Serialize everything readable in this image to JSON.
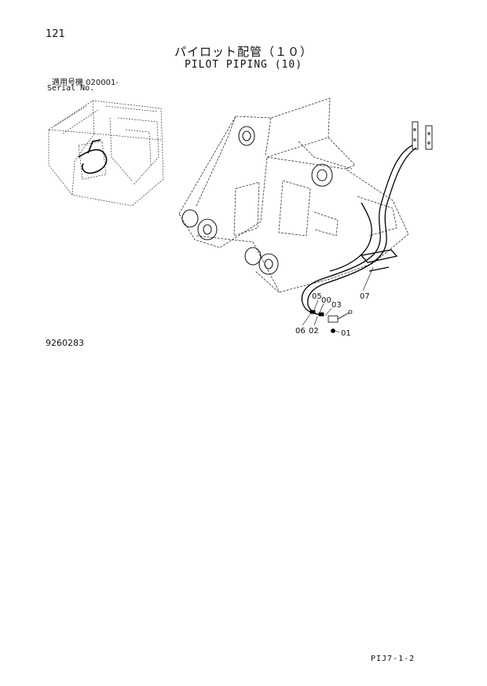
{
  "page": {
    "number": "121",
    "title_jp": "パイロット配管（１０）",
    "title_en": "PILOT PIPING (10)",
    "serial_label_jp": "適用号機 020001-",
    "serial_label_en": "Serial No.",
    "drawing_number": "9260283",
    "page_code": "PIJ7-1-2"
  },
  "callouts": [
    {
      "id": "c05",
      "label": "05"
    },
    {
      "id": "c00",
      "label": "00"
    },
    {
      "id": "c03",
      "label": "03"
    },
    {
      "id": "c07",
      "label": "07"
    },
    {
      "id": "c06",
      "label": "06"
    },
    {
      "id": "c02",
      "label": "02"
    },
    {
      "id": "c01",
      "label": "01"
    }
  ]
}
